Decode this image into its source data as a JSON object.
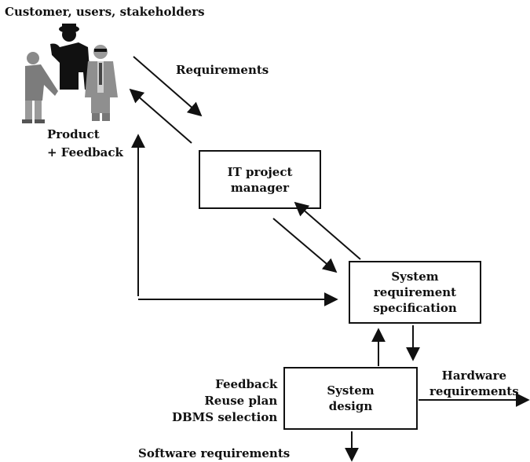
{
  "top_label": "Customer, users, stakeholders",
  "labels": {
    "requirements": "Requirements",
    "product_feedback": "Product\n+ Feedback",
    "feedback_list": "Feedback\nReuse plan\nDBMS selection",
    "hardware": "Hardware\nrequirements",
    "software": "Software requirements"
  },
  "boxes": {
    "pm": "IT project\nmanager",
    "srs": "System\nrequirement\nspecification",
    "design": "System\ndesign"
  },
  "colors": {
    "ink": "#111111",
    "background": "#ffffff"
  },
  "icons": [
    "people-group-icon"
  ]
}
